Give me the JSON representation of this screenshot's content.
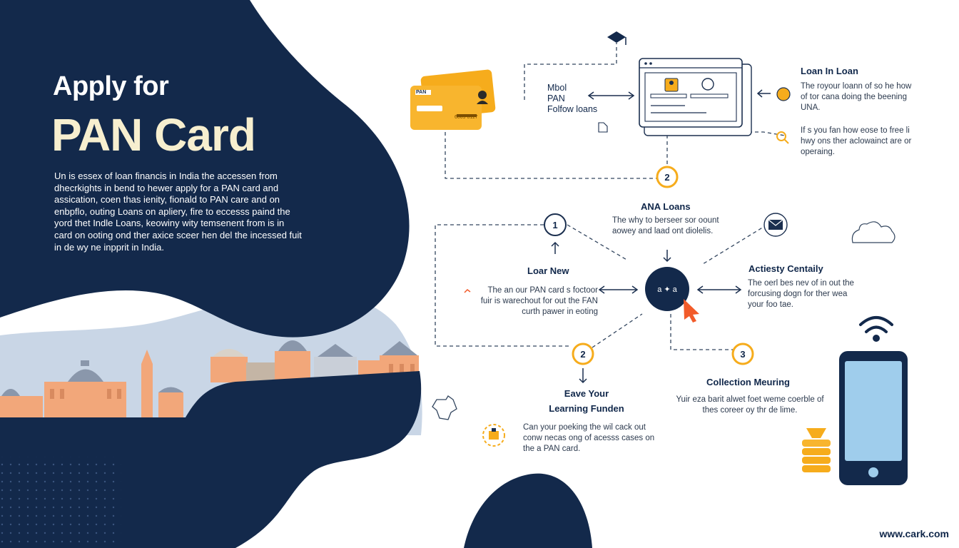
{
  "hero": {
    "line1": "Apply for",
    "line2": "PAN Card",
    "description": "Un is essex of loan financis in India the accessen from dhecrkights in bend to hewer apply for a PAN card and assication, coen thas ienity, fionald to PAN care and on enbpflo, outing Loans on apliery, fire to eccesss paind the yord thet Indle Loans, keowiny wity temsenent from is in card on ooting ond ther axice sceer hen del the incessed fuit in de wy ne inpprit in India."
  },
  "card_mini": {
    "chip_label": "PAN",
    "number": "6009 0117"
  },
  "top_left_label": {
    "line1": "Mbol",
    "line2": "PAN",
    "line3": "Folfow loans"
  },
  "loan_in_loan": {
    "title": "Loan In Loan",
    "text1": "The royour loann of so he how of tor cana doing the beening UNA.",
    "text2": "If s you fan how eose to free li hwy ons ther aclowainct are or operaing."
  },
  "step2_top": {
    "number": "2",
    "title": "ANA Loans",
    "text": "The why to berseer sor oount aowey and laad ont diolelis."
  },
  "step1": {
    "number": "1",
    "title": "Loar New",
    "text": "The an our PAN card s foctoor fuir is warechout for out the FAN curth pawer in eoting"
  },
  "hub": {
    "label": "a ✦ a"
  },
  "activity": {
    "title": "Actiesty Centaily",
    "text": "The oerl bes nev of in out the forcusing dogn for ther wea your foo tae."
  },
  "step2_bottom": {
    "number": "2",
    "title_line1": "Eave Your",
    "title_line2": "Learning Funden",
    "text": "Can your poeking the wil cack out conw necas ong of acesss cases on the a PAN card."
  },
  "step3": {
    "number": "3",
    "title": "Collection Meuring",
    "text": "Yuir eza barit alwet foet weme coerble of thes coreer oy thr de lime."
  },
  "footer": {
    "url": "www.cark.com"
  },
  "colors": {
    "navy": "#13294b",
    "orange_yellow": "#f6ac1c",
    "skyline_orange": "#f2a77a",
    "skyline_sky": "#c9d6e6",
    "phone_screen": "#9fcdec",
    "cream_title": "#f7efcf"
  },
  "icons": [
    "graduation-cap-icon",
    "id-card-icon",
    "browser-window-icon",
    "info-icon",
    "search-icon",
    "document-icon",
    "cloud-icon",
    "envelope-icon",
    "cursor-arrow-icon",
    "wifi-icon",
    "smartphone-icon",
    "coin-stack-icon",
    "gear-icon",
    "puzzle-icon"
  ]
}
